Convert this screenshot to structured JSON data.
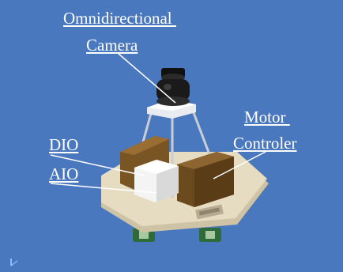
{
  "labels": {
    "omnidirectional_camera_line1": "Omnidirectional ",
    "omnidirectional_camera_line2": "Camera",
    "motor_controler_line1": "Motor ",
    "motor_controler_line2": "Controler",
    "dio": "DIO",
    "aio": "AIO"
  },
  "colors": {
    "background": "#4a78be",
    "callout_text": "#ffffff",
    "leader_line": "#ffffff",
    "base_plate": "#e6dcc2",
    "motor_box": "#6b4a1e",
    "io_box": "#f2f2f2",
    "camera": "#1a1a1a",
    "wheel": "#2f6b3a"
  }
}
